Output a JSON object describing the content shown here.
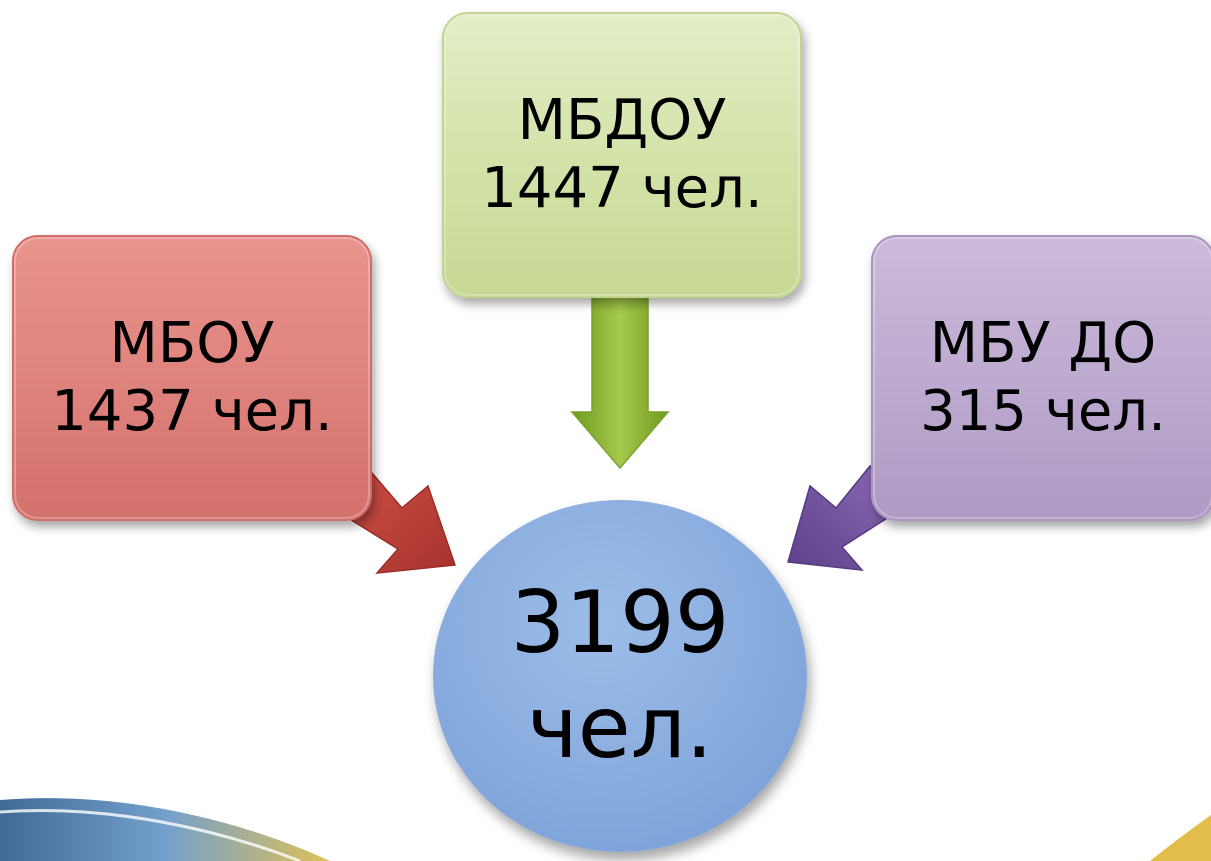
{
  "diagram": {
    "nodes": {
      "mbou": {
        "label": "МБОУ",
        "value": "1437 чел."
      },
      "mbdou": {
        "label": "МБДОУ",
        "value": "1447 чел."
      },
      "mbudo": {
        "label": "МБУ ДО",
        "value": "315 чел."
      },
      "total": {
        "value": "3199",
        "unit": "чел."
      }
    },
    "colors": {
      "mbou": "#de817c",
      "mbdou": "#d3e2a8",
      "mbudo": "#bca9cf",
      "total": "#86aade",
      "arrow_red": "#c0443b",
      "arrow_green": "#8fb43a",
      "arrow_purple": "#6f4f9c"
    },
    "edges": [
      {
        "from": "mbou",
        "to": "total"
      },
      {
        "from": "mbdou",
        "to": "total"
      },
      {
        "from": "mbudo",
        "to": "total"
      }
    ]
  }
}
